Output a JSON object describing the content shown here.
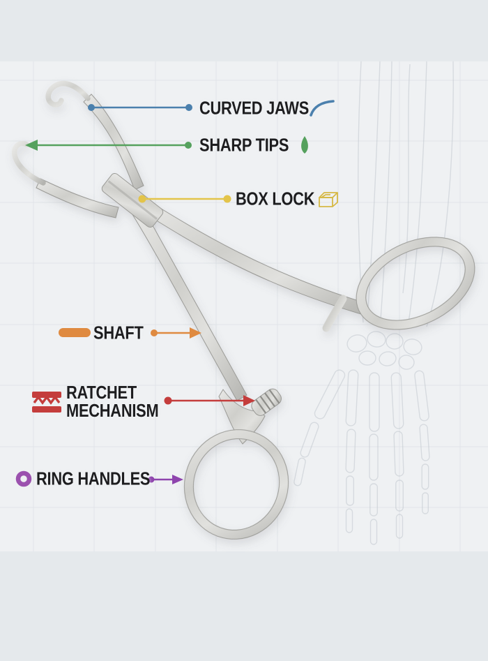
{
  "figure": {
    "subject": "curved-towel-clamp-illustration",
    "backdrop": "skeletal-hand-and-forearm-outline",
    "background_band_color": "#e5e9ec",
    "photo_background_color": "#eff1f3"
  },
  "labels": {
    "curved_jaws": {
      "text": "CURVED JAWS",
      "color": "#4b80ad",
      "icon": "arc-icon"
    },
    "sharp_tips": {
      "text": "SHARP TIPS",
      "color": "#55a15d",
      "icon": "teardrop-icon"
    },
    "box_lock": {
      "text": "BOX LOCK",
      "color": "#e3c44a",
      "icon": "box-3d-icon"
    },
    "shaft": {
      "text": "SHAFT",
      "color": "#df8a40",
      "icon": "pill-icon"
    },
    "ratchet_mechanism": {
      "line1": "RATCHET",
      "line2": "MECHANISM",
      "color": "#c43d3c",
      "icon": "zigzag-icon"
    },
    "ring_handles": {
      "text": "RING HANDLES",
      "color": "#9b51ae",
      "icon": "ring-icon"
    }
  }
}
